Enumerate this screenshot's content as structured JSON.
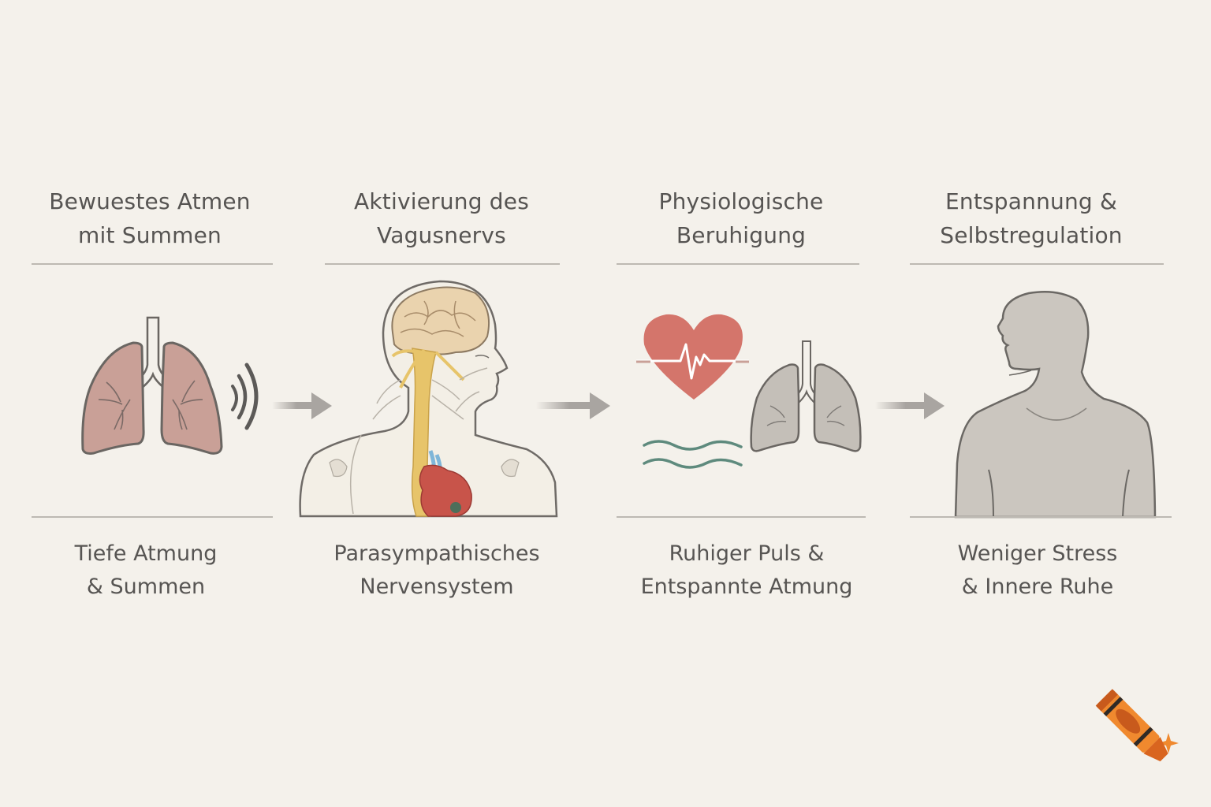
{
  "diagram": {
    "type": "process-flow",
    "steps": [
      {
        "title_line1": "Bewuestes Atmen",
        "title_line2": "mit Summen",
        "caption_line1": "Tiefe Atmung",
        "caption_line2": "& Summen",
        "icon": "lungs-humming-icon"
      },
      {
        "title_line1": "Aktivierung des",
        "title_line2": "Vagusnervs",
        "caption_line1": "Parasympathisches",
        "caption_line2": "Nervensystem",
        "icon": "vagus-nerve-anatomy-icon"
      },
      {
        "title_line1": "Physiologische",
        "title_line2": "Beruhigung",
        "caption_line1": "Ruhiger Puls &",
        "caption_line2": "Entspannte Atmung",
        "icon": "heart-pulse-lungs-icon"
      },
      {
        "title_line1": "Entspannung &",
        "title_line2": "Selbstregulation",
        "caption_line1": "Weniger Stress",
        "caption_line2": "& Innere Ruhe",
        "icon": "calm-person-silhouette-icon"
      }
    ],
    "connectors": [
      "arrow-right-icon",
      "arrow-right-icon",
      "arrow-right-icon"
    ]
  },
  "colors": {
    "background": "#f4f1eb",
    "text": "#565452",
    "rule": "#bdb9b2",
    "lung_pink": "#c9a097",
    "heart_red": "#d4756b",
    "wave_teal": "#5e8a7d",
    "lung_grey": "#c4bfb8",
    "silhouette_grey": "#cbc6bf",
    "nerve_yellow": "#e7c46a",
    "brain_tan": "#ead3ae",
    "crayon_orange": "#f0892e"
  },
  "branding": {
    "logo": "crayon-sparkle-icon"
  }
}
